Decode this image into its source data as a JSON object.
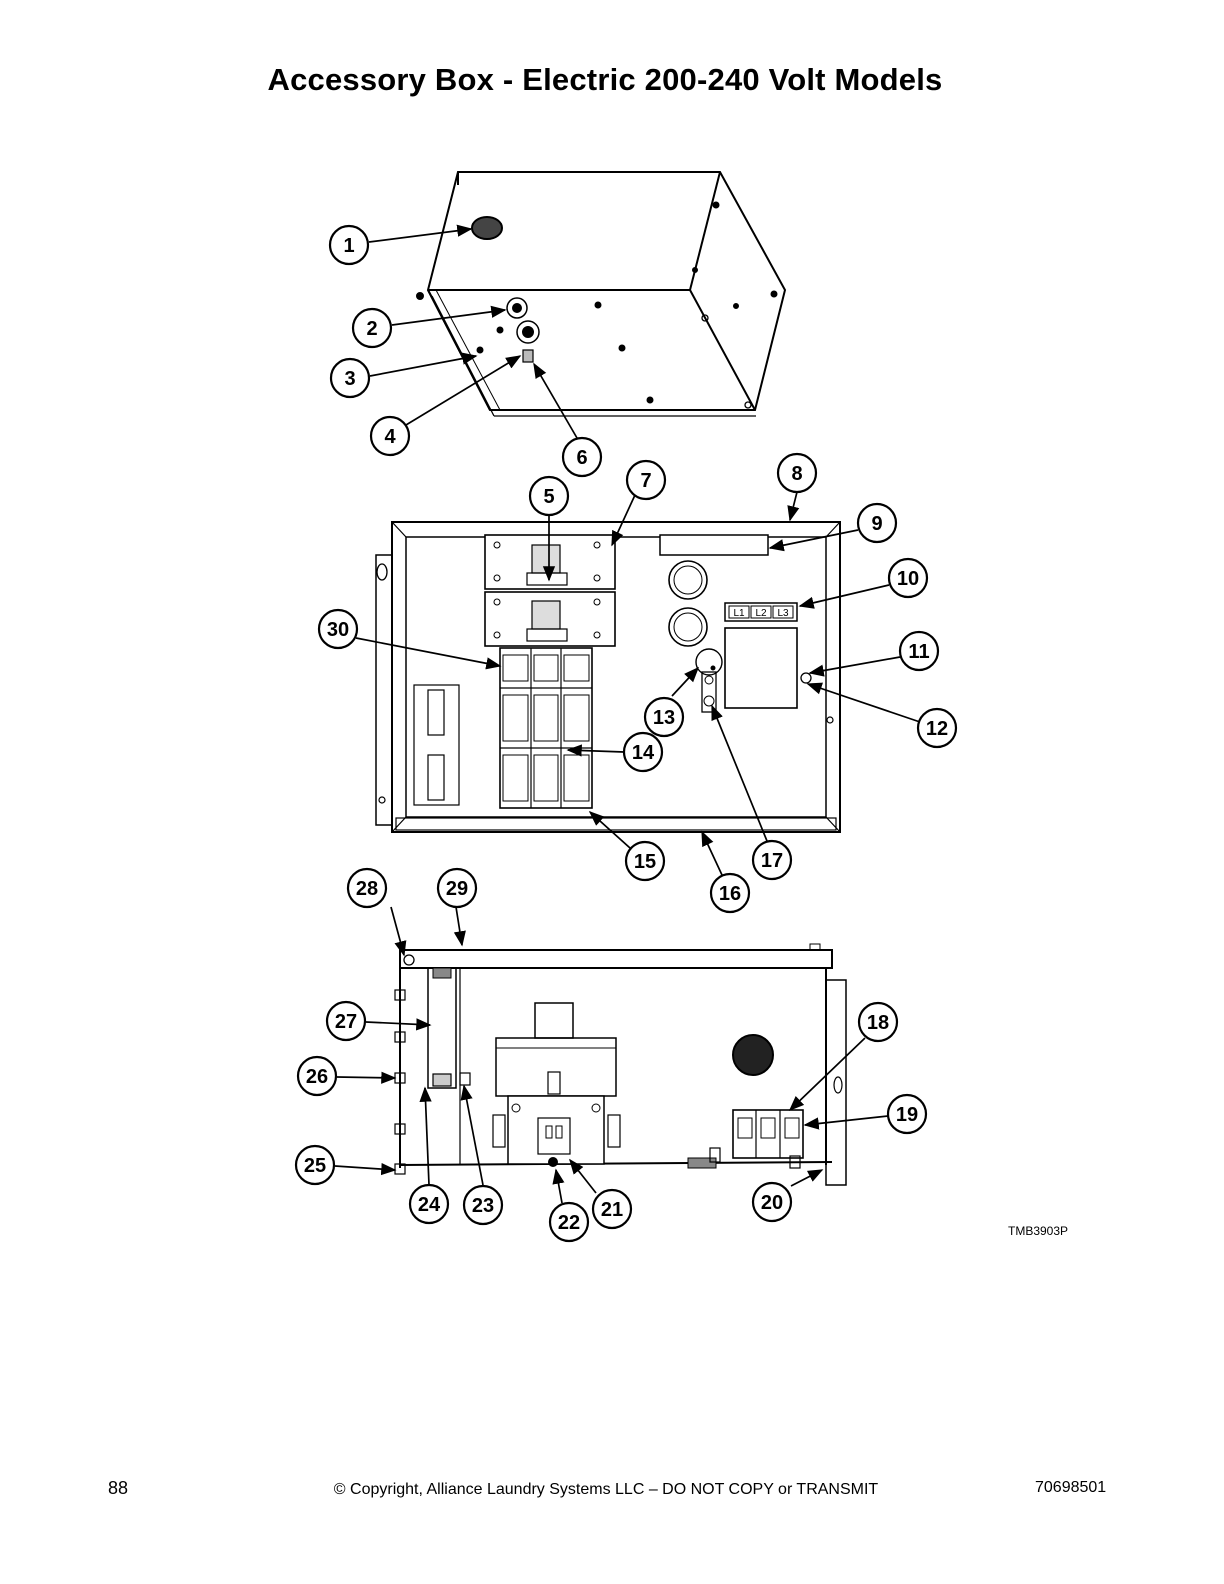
{
  "title": "Accessory Box - Electric 200-240 Volt Models",
  "diagram": {
    "drawing_number": "TMB3903P",
    "terminal_labels": [
      "L1",
      "L2",
      "L3"
    ],
    "callouts": [
      "1",
      "2",
      "3",
      "4",
      "5",
      "6",
      "7",
      "8",
      "9",
      "10",
      "11",
      "12",
      "13",
      "14",
      "15",
      "16",
      "17",
      "18",
      "19",
      "20",
      "21",
      "22",
      "23",
      "24",
      "25",
      "26",
      "27",
      "28",
      "29",
      "30"
    ]
  },
  "footer": {
    "page_number": "88",
    "copyright": "© Copyright, Alliance Laundry Systems LLC – DO NOT COPY or TRANSMIT",
    "document_number": "70698501"
  }
}
